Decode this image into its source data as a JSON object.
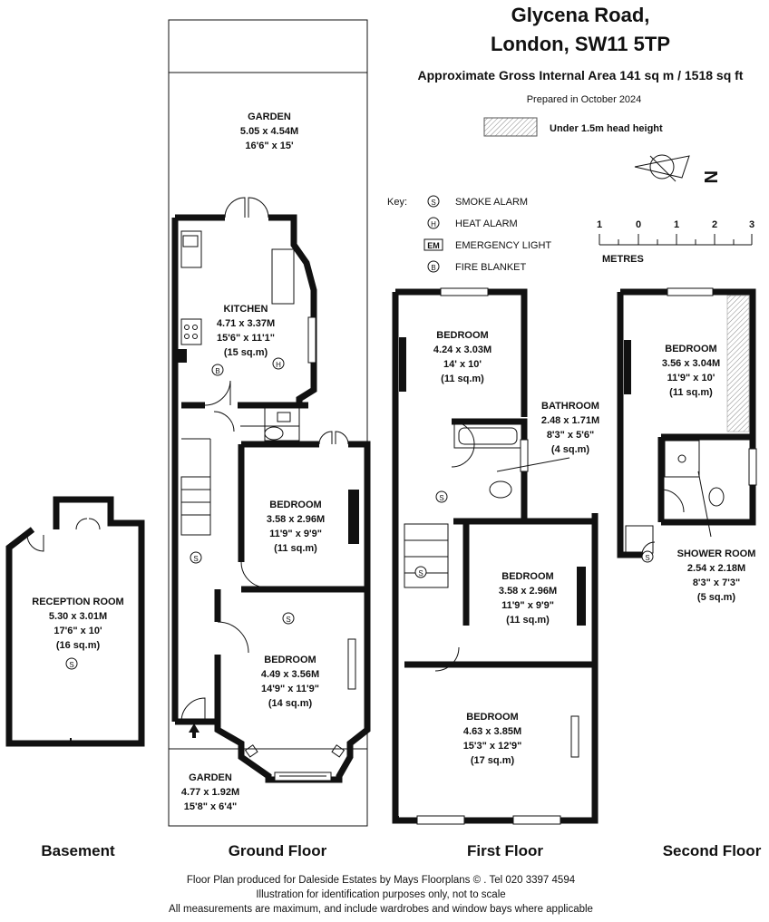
{
  "header": {
    "address_line1": "Glycena Road,",
    "address_line2": "London, SW11 5TP",
    "area": "Approximate Gross Internal Area 141 sq m  /  1518 sq ft",
    "prepared": "Prepared in October 2024",
    "head_height_note": "Under 1.5m head height"
  },
  "key": {
    "title": "Key:",
    "items": [
      {
        "symbol": "S",
        "label": "SMOKE ALARM"
      },
      {
        "symbol": "H",
        "label": "HEAT ALARM"
      },
      {
        "symbol": "EM",
        "label": "EMERGENCY LIGHT"
      },
      {
        "symbol": "B",
        "label": "FIRE BLANKET"
      }
    ]
  },
  "compass": {
    "label": "N"
  },
  "scale": {
    "ticks": [
      "1",
      "0",
      "1",
      "2",
      "3"
    ],
    "unit": "METRES"
  },
  "rooms": {
    "garden_rear": {
      "name": "GARDEN",
      "metric": "5.05 x 4.54M",
      "imperial": "16'6\" x 15'"
    },
    "kitchen": {
      "name": "KITCHEN",
      "metric": "4.71 x 3.37M",
      "imperial": "15'6\" x 11'1\"",
      "area": "(15 sq.m)"
    },
    "gf_bed_rear": {
      "name": "BEDROOM",
      "metric": "3.58 x 2.96M",
      "imperial": "11'9\" x 9'9\"",
      "area": "(11 sq.m)"
    },
    "gf_bed_front": {
      "name": "BEDROOM",
      "metric": "4.49 x 3.56M",
      "imperial": "14'9\" x 11'9\"",
      "area": "(14 sq.m)"
    },
    "garden_front": {
      "name": "GARDEN",
      "metric": "4.77 x 1.92M",
      "imperial": "15'8\" x 6'4\""
    },
    "reception": {
      "name": "RECEPTION ROOM",
      "metric": "5.30 x 3.01M",
      "imperial": "17'6\" x 10'",
      "area": "(16 sq.m)"
    },
    "ff_bed_rear": {
      "name": "BEDROOM",
      "metric": "4.24 x 3.03M",
      "imperial": "14' x 10'",
      "area": "(11 sq.m)"
    },
    "bathroom": {
      "name": "BATHROOM",
      "metric": "2.48 x 1.71M",
      "imperial": "8'3\" x 5'6\"",
      "area": "(4 sq.m)"
    },
    "ff_bed_mid": {
      "name": "BEDROOM",
      "metric": "3.58 x 2.96M",
      "imperial": "11'9\" x 9'9\"",
      "area": "(11 sq.m)"
    },
    "ff_bed_front": {
      "name": "BEDROOM",
      "metric": "4.63 x 3.85M",
      "imperial": "15'3\" x 12'9\"",
      "area": "(17 sq.m)"
    },
    "sf_bed": {
      "name": "BEDROOM",
      "metric": "3.56 x 3.04M",
      "imperial": "11'9\" x 10'",
      "area": "(11 sq.m)"
    },
    "shower": {
      "name": "SHOWER ROOM",
      "metric": "2.54 x 2.18M",
      "imperial": "8'3\" x 7'3\"",
      "area": "(5 sq.m)"
    }
  },
  "symbols": {
    "smoke": "S",
    "heat": "H",
    "blanket": "B"
  },
  "floors": {
    "basement": "Basement",
    "ground": "Ground Floor",
    "first": "First Floor",
    "second": "Second Floor"
  },
  "footer": {
    "line1": "Floor Plan produced for Daleside Estates by Mays Floorplans  © . Tel 020 3397 4594",
    "line2": "Illustration for identification purposes only, not to scale",
    "line3": "All measurements are maximum, and include wardrobes and window bays where applicable"
  }
}
